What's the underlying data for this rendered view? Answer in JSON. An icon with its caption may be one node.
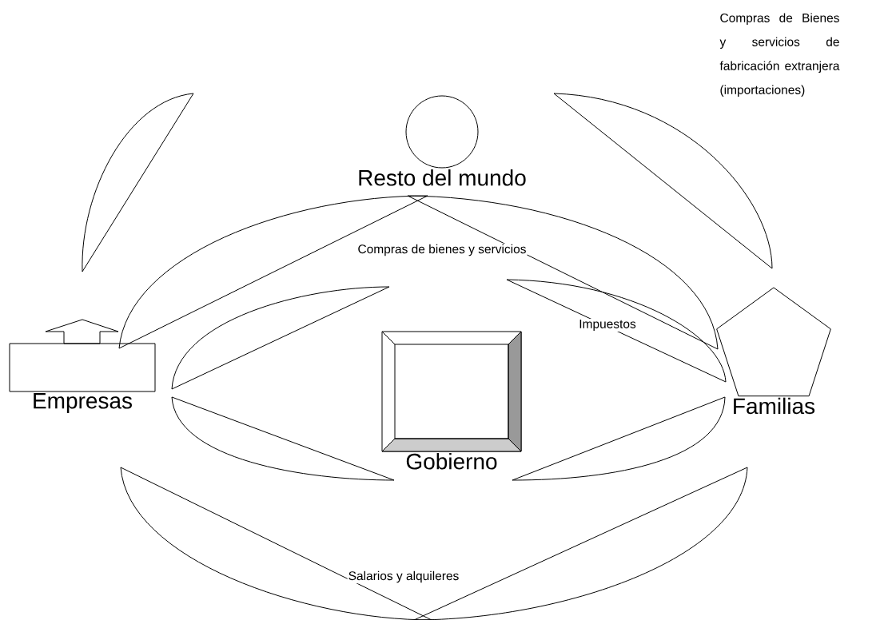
{
  "diagram": {
    "nodes": [
      {
        "text": [
          "Resto del mundo"
        ]
      },
      {
        "text": [
          "Empresas"
        ]
      },
      {
        "text": [
          "Gobierno"
        ]
      },
      {
        "text": [
          "Familias"
        ]
      }
    ],
    "labels": [
      "Compras de Bienes y servicios de fabricación extranjera (importaciones)",
      "Compras de bienes y servicios",
      "Impuestos",
      "Salarios y alquileres"
    ]
  }
}
